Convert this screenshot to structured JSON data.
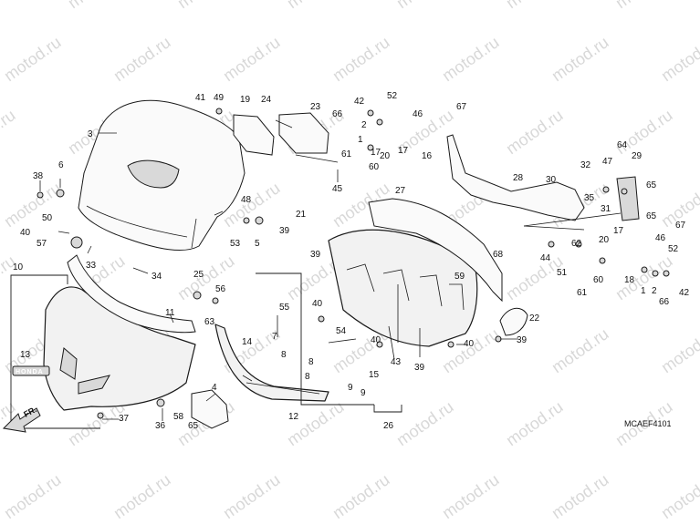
{
  "watermark": "motod.ru",
  "diagram_code": "MCAEF4101",
  "direction_label": "FR.",
  "emblem_text": "HONDA",
  "callouts": [
    "1",
    "2",
    "3",
    "4",
    "5",
    "6",
    "7",
    "8",
    "9",
    "10",
    "11",
    "12",
    "13",
    "14",
    "15",
    "16",
    "17",
    "18",
    "19",
    "20",
    "21",
    "22",
    "23",
    "24",
    "25",
    "26",
    "27",
    "28",
    "29",
    "30",
    "31",
    "32",
    "33",
    "34",
    "35",
    "36",
    "37",
    "38",
    "39",
    "40",
    "41",
    "42",
    "43",
    "44",
    "45",
    "46",
    "47",
    "48",
    "49",
    "50",
    "51",
    "52",
    "53",
    "54",
    "55",
    "56",
    "57",
    "58",
    "59",
    "60",
    "61",
    "62",
    "63",
    "64",
    "65",
    "66",
    "67"
  ]
}
